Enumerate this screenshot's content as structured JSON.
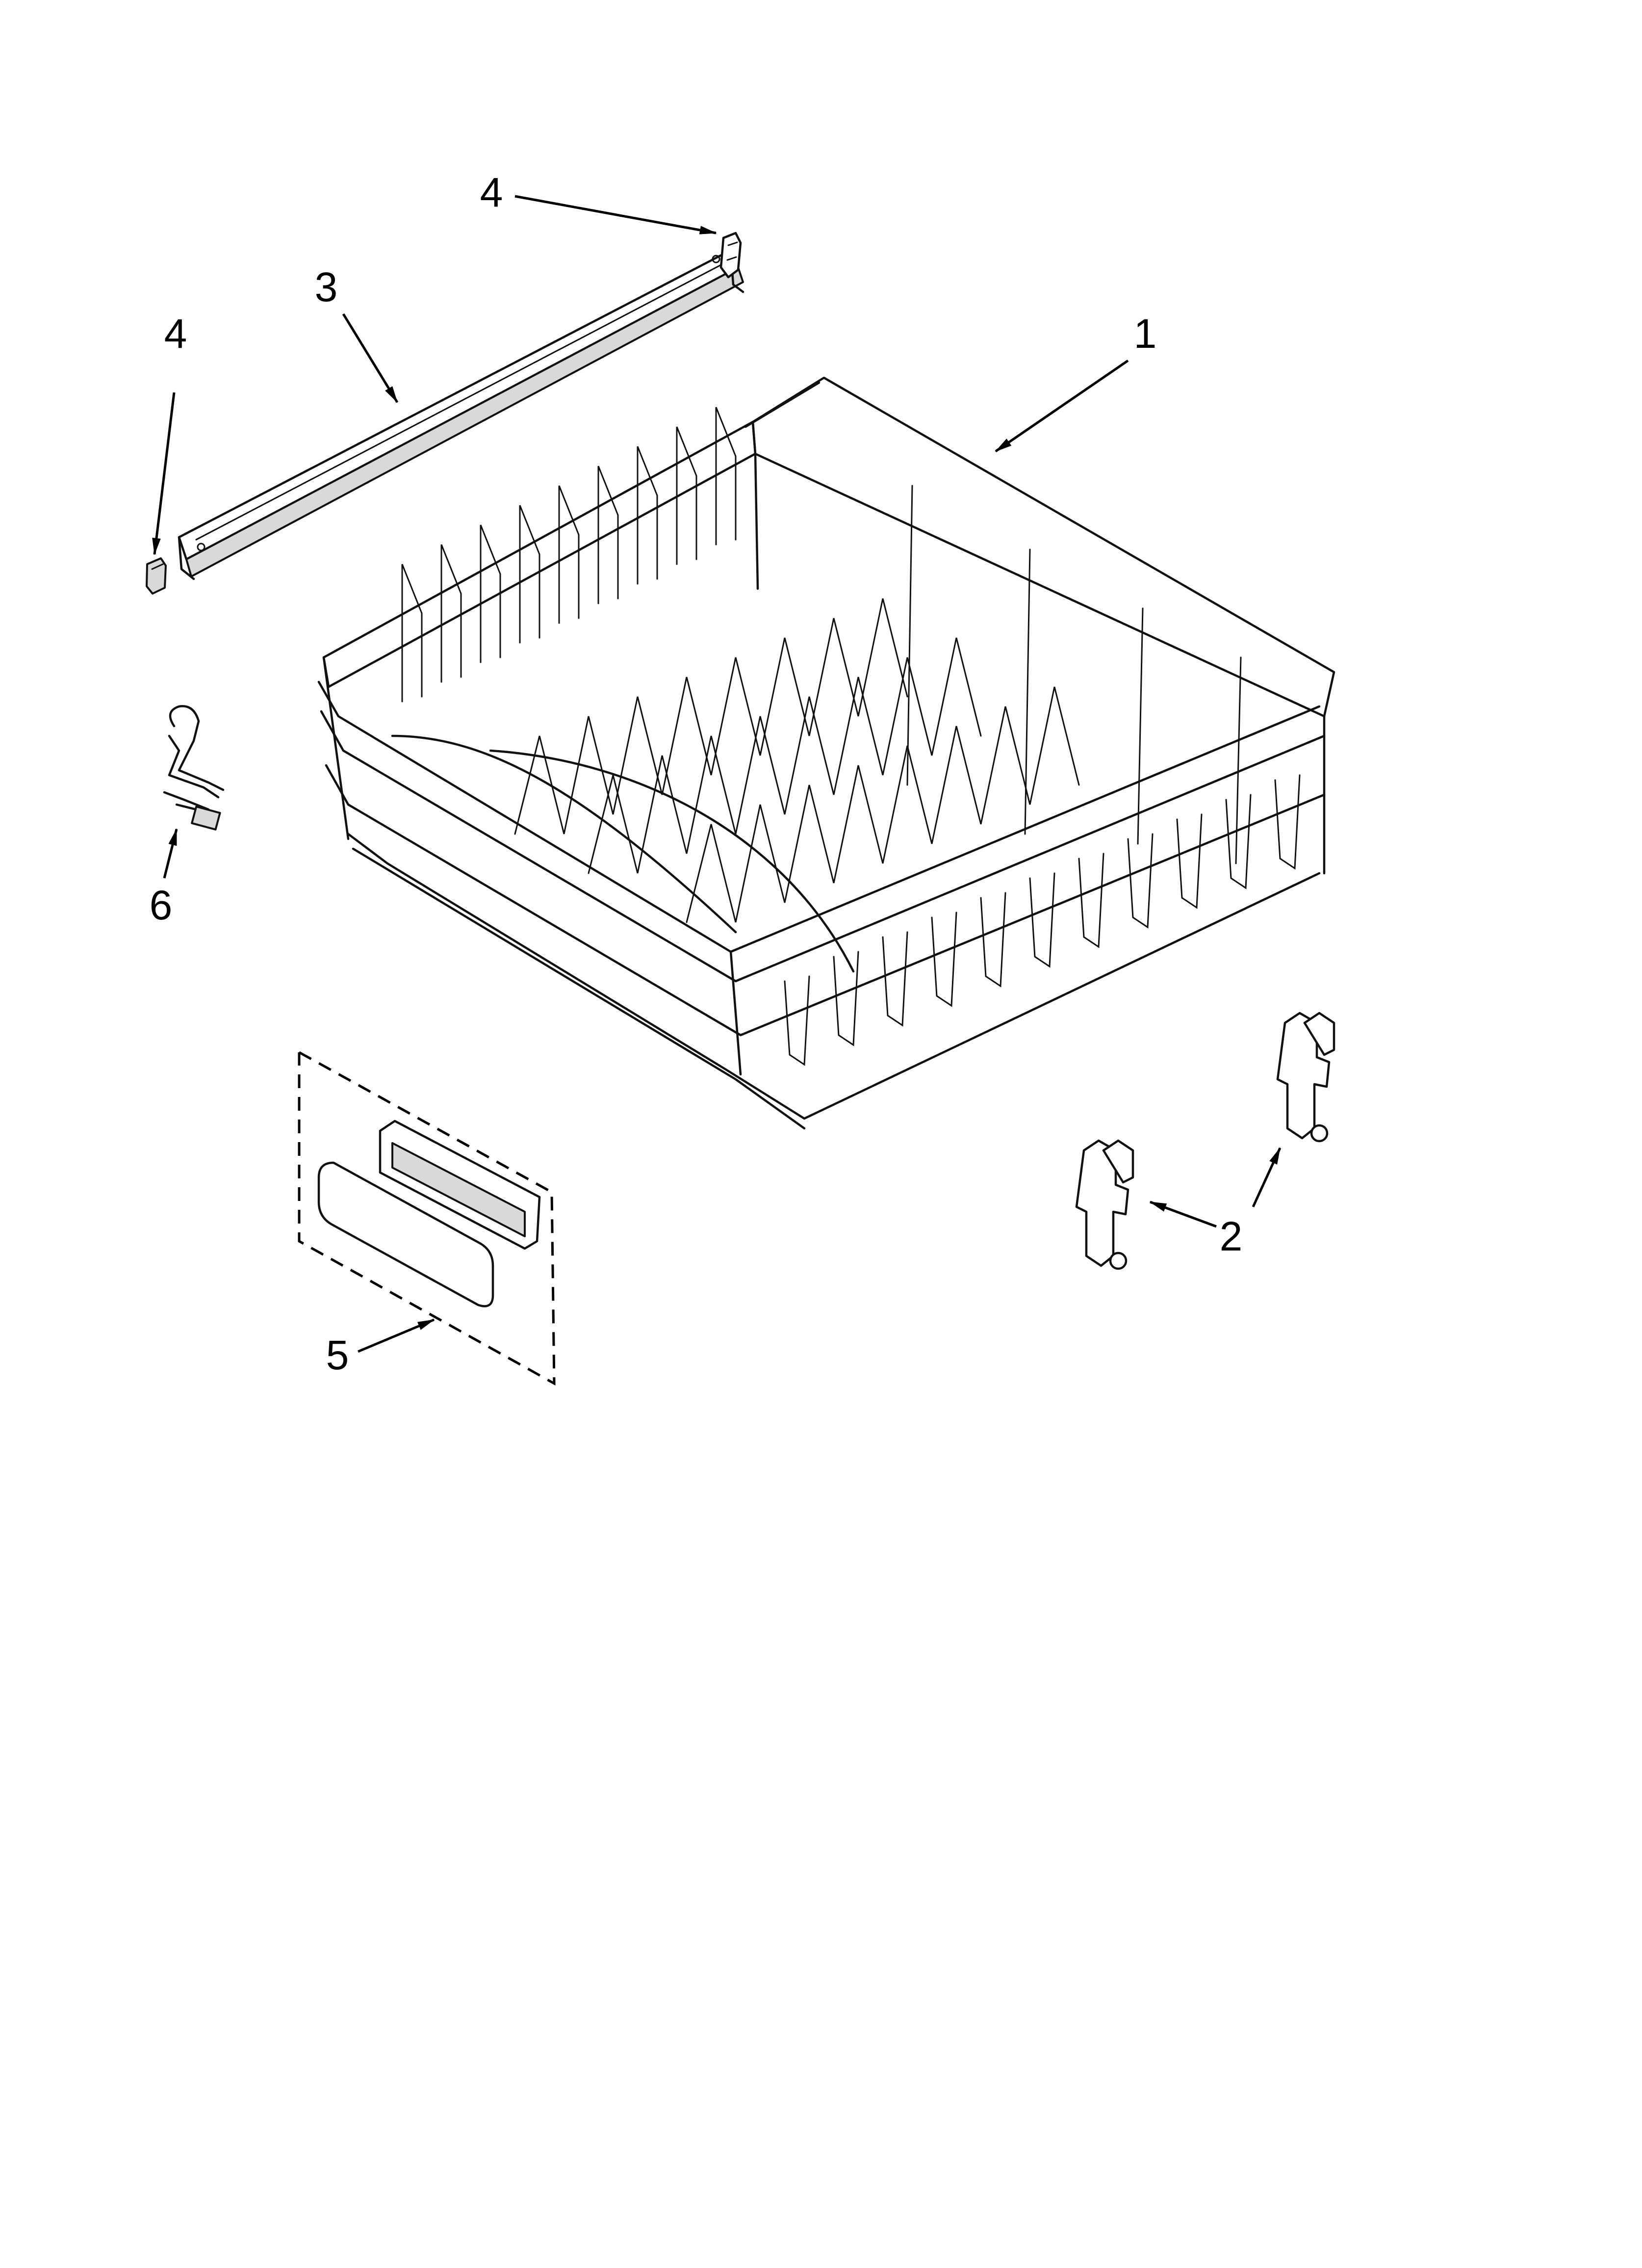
{
  "callouts": {
    "rack": "1",
    "adjuster_pair": "2",
    "track": "3",
    "end_cap_right": "4",
    "end_cap_left": "4",
    "handle_kit": "5",
    "wire_part": "6"
  }
}
